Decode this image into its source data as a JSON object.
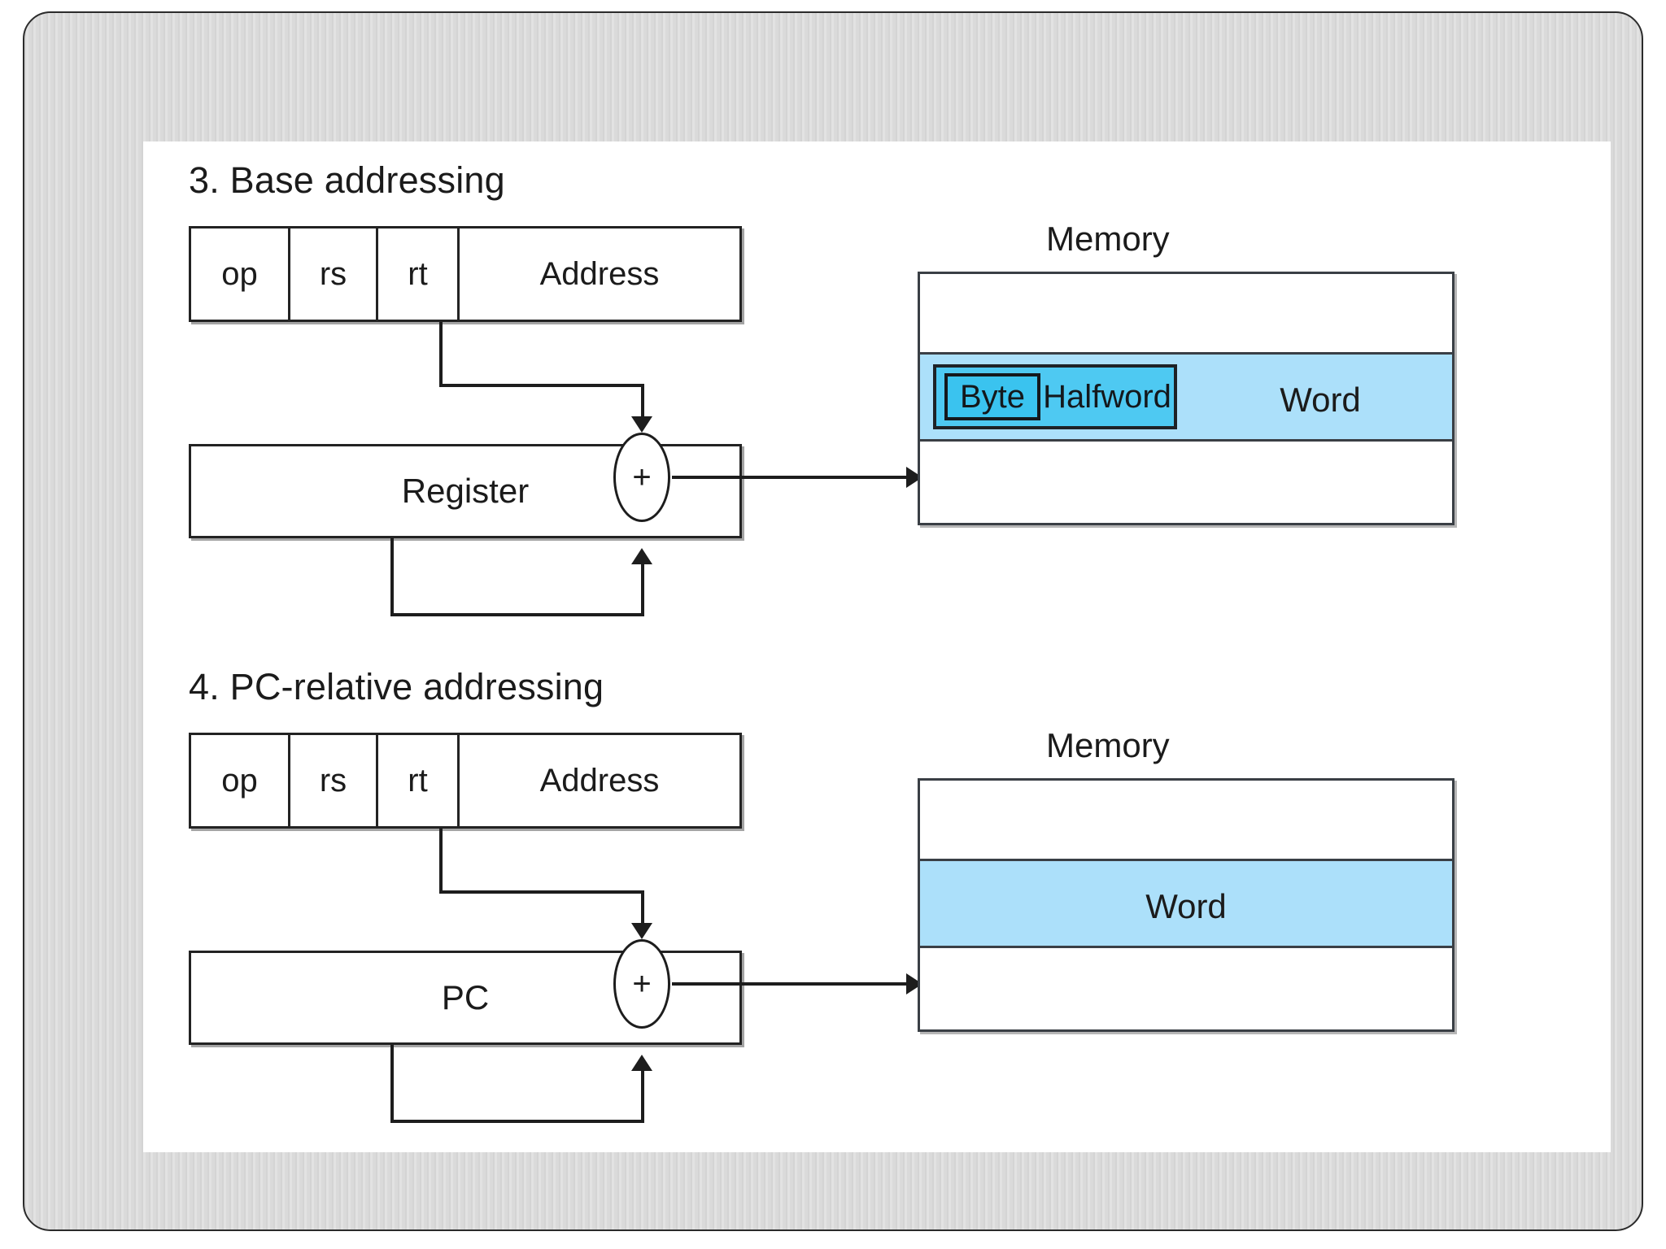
{
  "slide": {
    "background_color": "#dcdcdc",
    "panel_color": "#ffffff"
  },
  "palette": {
    "outline": "#232323",
    "memory_outline": "#3a3f45",
    "word_fill": "#ace0fa",
    "halfword_fill": "#4ec9f2",
    "byte_fill": "#3ac3ef",
    "text": "#1b1b1b"
  },
  "sections": [
    {
      "id": "base-addressing",
      "title": "3.  Base addressing",
      "instruction": {
        "fields": [
          {
            "label": "op"
          },
          {
            "label": "rs"
          },
          {
            "label": "rt"
          },
          {
            "label": "Address"
          }
        ]
      },
      "operand_box": {
        "label": "Register"
      },
      "adder": {
        "symbol": "+"
      },
      "memory": {
        "label": "Memory",
        "rows": [
          {
            "type": "empty",
            "label": ""
          },
          {
            "type": "highlight",
            "label": "Word",
            "nested": {
              "outer_label": "Halfword",
              "inner_label": "Byte"
            }
          },
          {
            "type": "empty",
            "label": ""
          }
        ]
      }
    },
    {
      "id": "pc-relative-addressing",
      "title": "4.  PC-relative addressing",
      "instruction": {
        "fields": [
          {
            "label": "op"
          },
          {
            "label": "rs"
          },
          {
            "label": "rt"
          },
          {
            "label": "Address"
          }
        ]
      },
      "operand_box": {
        "label": "PC"
      },
      "adder": {
        "symbol": "+"
      },
      "memory": {
        "label": "Memory",
        "rows": [
          {
            "type": "empty",
            "label": ""
          },
          {
            "type": "highlight",
            "label": "Word",
            "nested": null
          },
          {
            "type": "empty",
            "label": ""
          }
        ]
      }
    }
  ]
}
